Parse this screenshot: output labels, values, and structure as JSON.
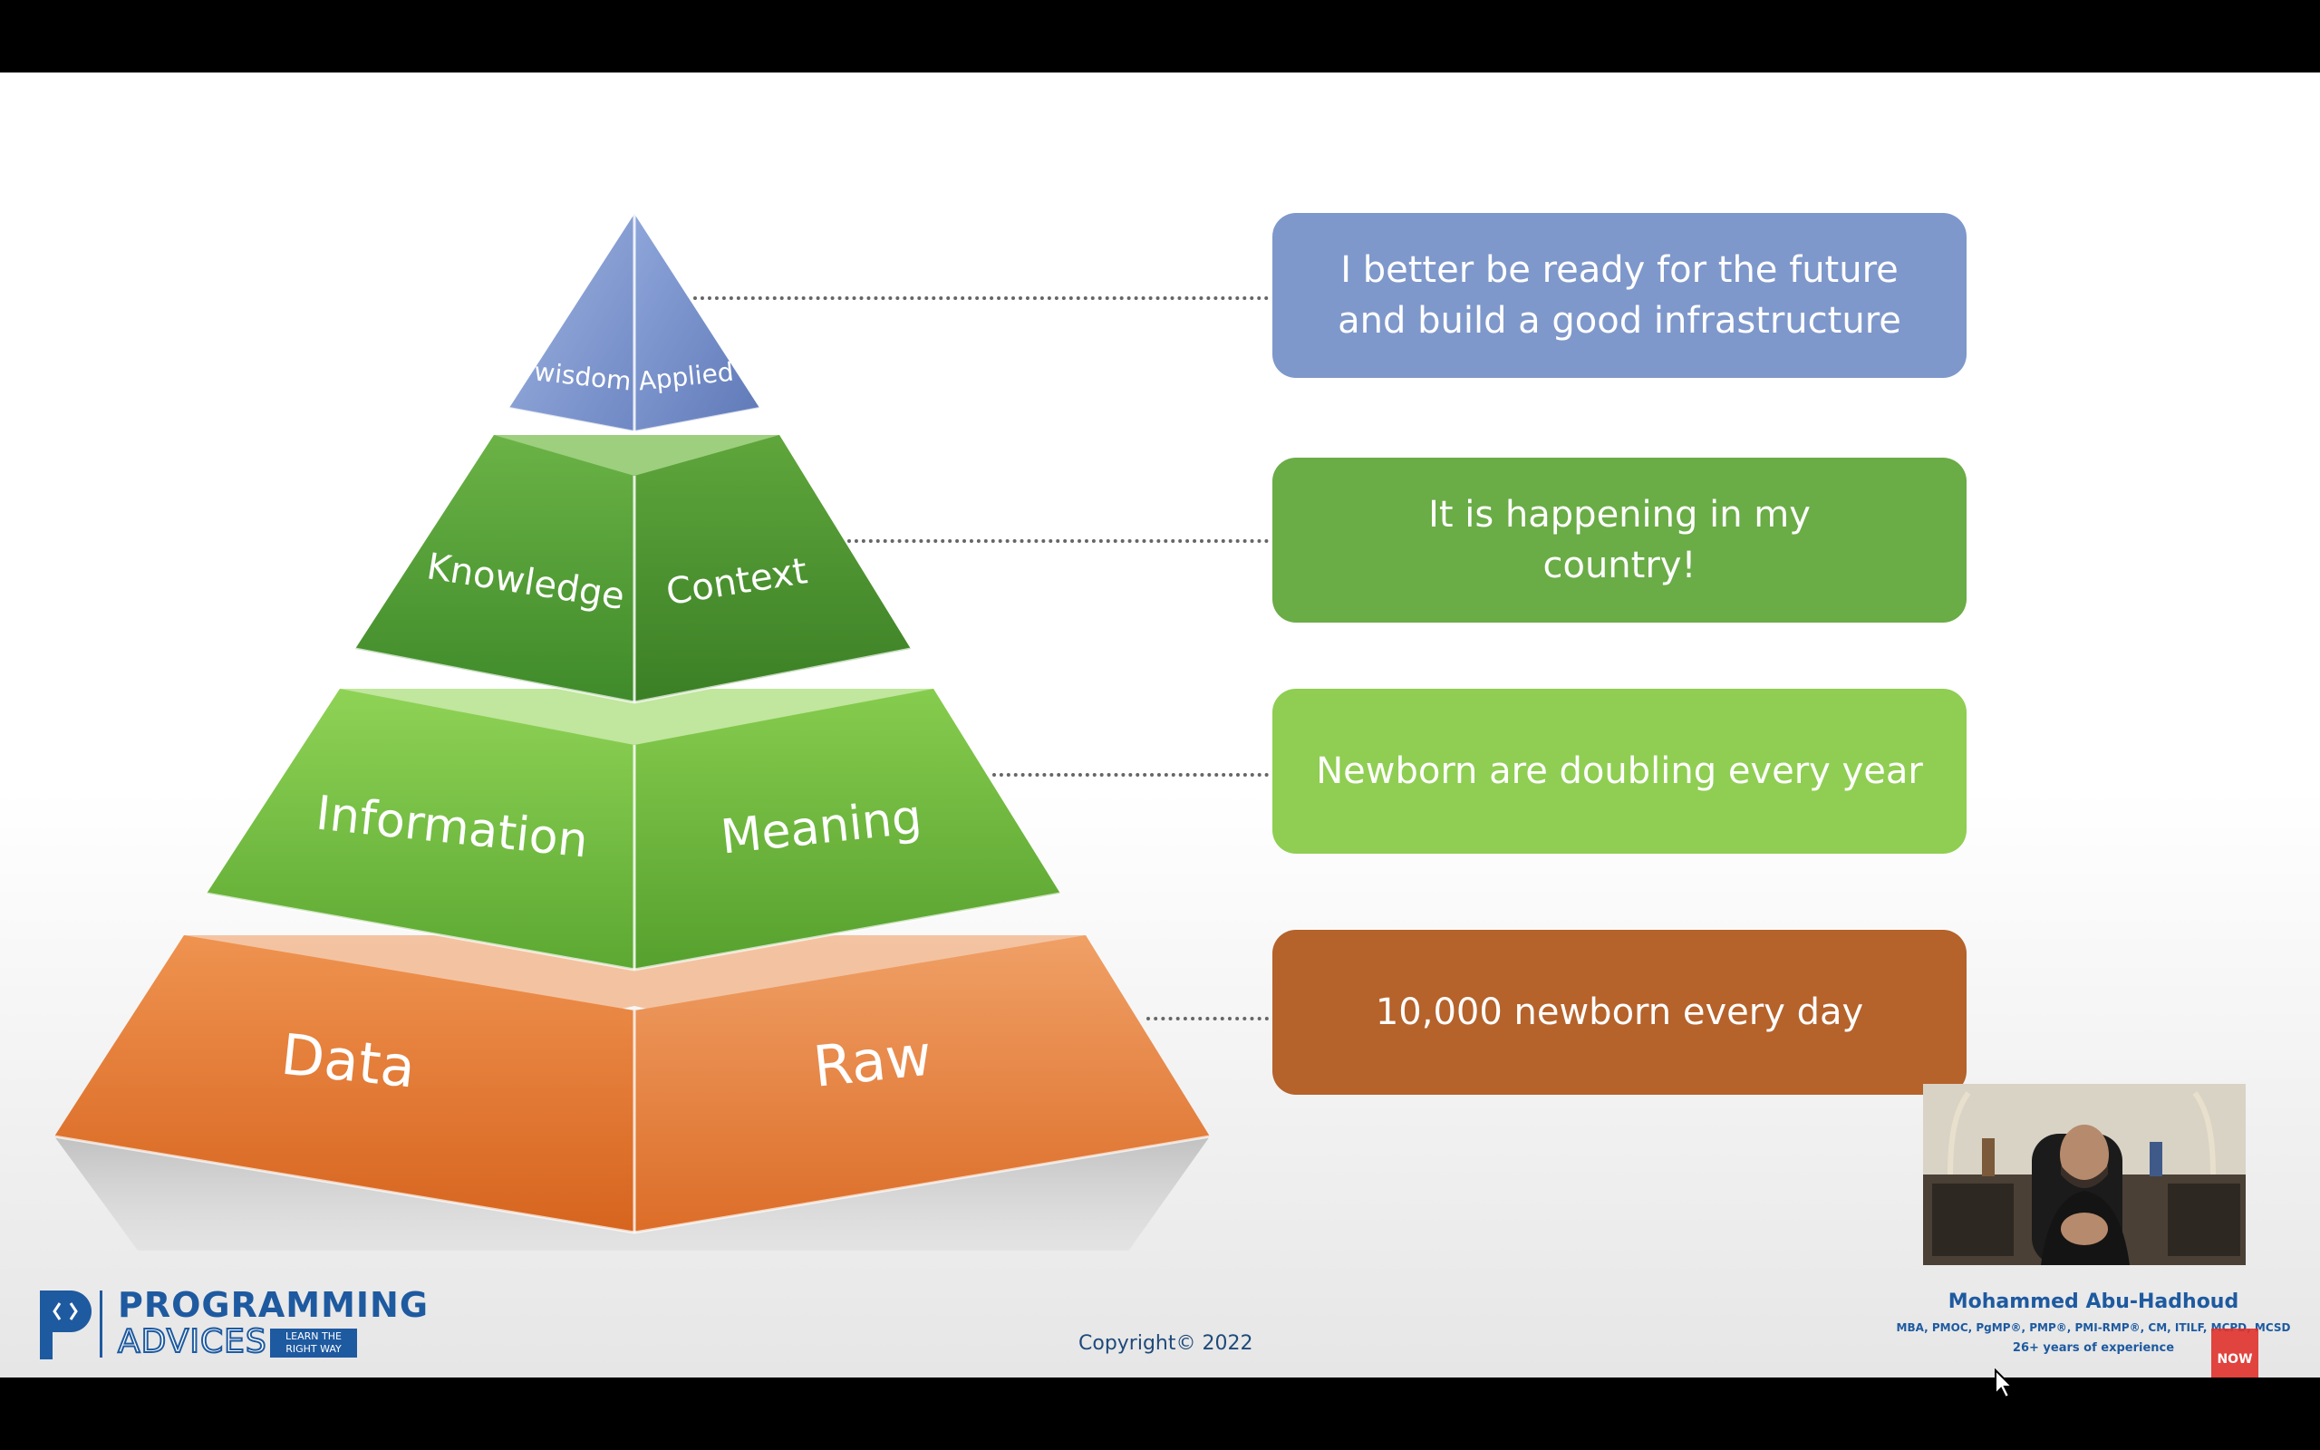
{
  "pyramid": {
    "levels": [
      {
        "left": "wisdom",
        "right": "Applied",
        "color": "#8fa6d8"
      },
      {
        "left": "Knowledge",
        "right": "Context",
        "color": "#5fa43f"
      },
      {
        "left": "Information",
        "right": "Meaning",
        "color": "#82c84a"
      },
      {
        "left": "Data",
        "right": "Raw",
        "color": "#e37b35"
      }
    ]
  },
  "boxes": [
    {
      "text": "I better be ready for the future\nand build a good infrastructure",
      "color": "#7f98cb"
    },
    {
      "text": "It is happening in my\ncountry!",
      "color": "#6aac46"
    },
    {
      "text": "Newborn are doubling every year",
      "color": "#8fce52"
    },
    {
      "text": "10,000 newborn every day",
      "color": "#b5622b"
    }
  ],
  "logo": {
    "name": "PROGRAMMING",
    "sub": "ADVICES",
    "tagline": "LEARN THE RIGHT WAY"
  },
  "copyright": "Copyright© 2022",
  "presenter": {
    "name": "Mohammed Abu-Hadhoud",
    "credentials": "MBA, PMOC, PgMP®, PMP®, PMI-RMP®, CM, ITILF, MCPD, MCSD",
    "experience": "26+ years of experience"
  },
  "subscribe_label": "NOW"
}
